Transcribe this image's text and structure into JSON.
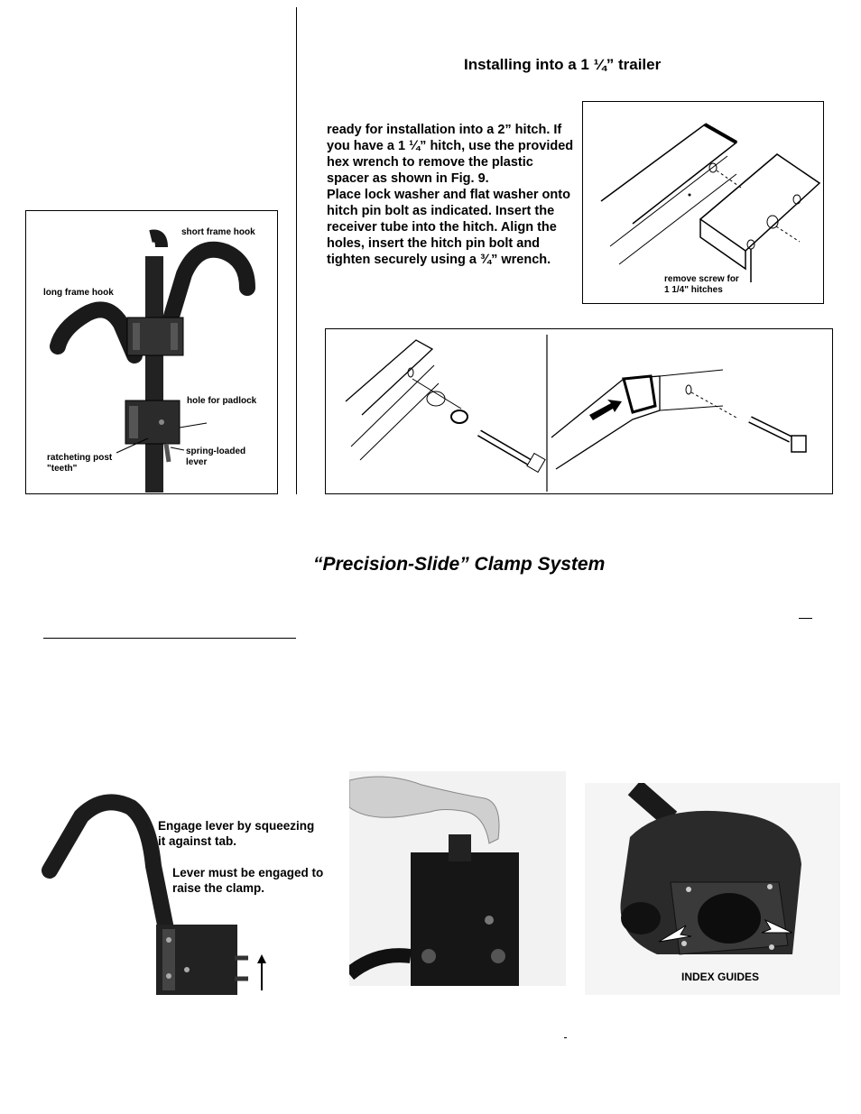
{
  "header": {
    "title": "Installing into a 1 ¼” trailer"
  },
  "installation": {
    "instructions": "ready for installation into a 2” hitch.  If you have a 1 ¼” hitch, use the provided hex wrench to remove the plastic spacer as shown in Fig. 9.\nPlace lock washer and flat washer onto hitch pin bolt as indicated. Insert the receiver tube into the hitch. Align the holes, insert the hitch pin bolt and tighten securely using a ¾” wrench."
  },
  "parts_figure": {
    "labels": {
      "short_frame_hook": "short frame hook",
      "long_frame_hook": "long frame hook",
      "hole_for_padlock": "hole for padlock",
      "ratcheting_post_teeth": "ratcheting post\n\"teeth\"",
      "spring_loaded_lever": "spring-loaded\nlever"
    }
  },
  "spacer_figure": {
    "label": "remove screw for\n1 1/4\" hitches"
  },
  "clamp_section": {
    "title": "“Precision-Slide” Clamp System",
    "caption_engage": "Engage lever by squeezing\nit against tab.",
    "caption_raise": "Lever must be engaged to\nraise the clamp.",
    "index_guides": "INDEX GUIDES"
  }
}
